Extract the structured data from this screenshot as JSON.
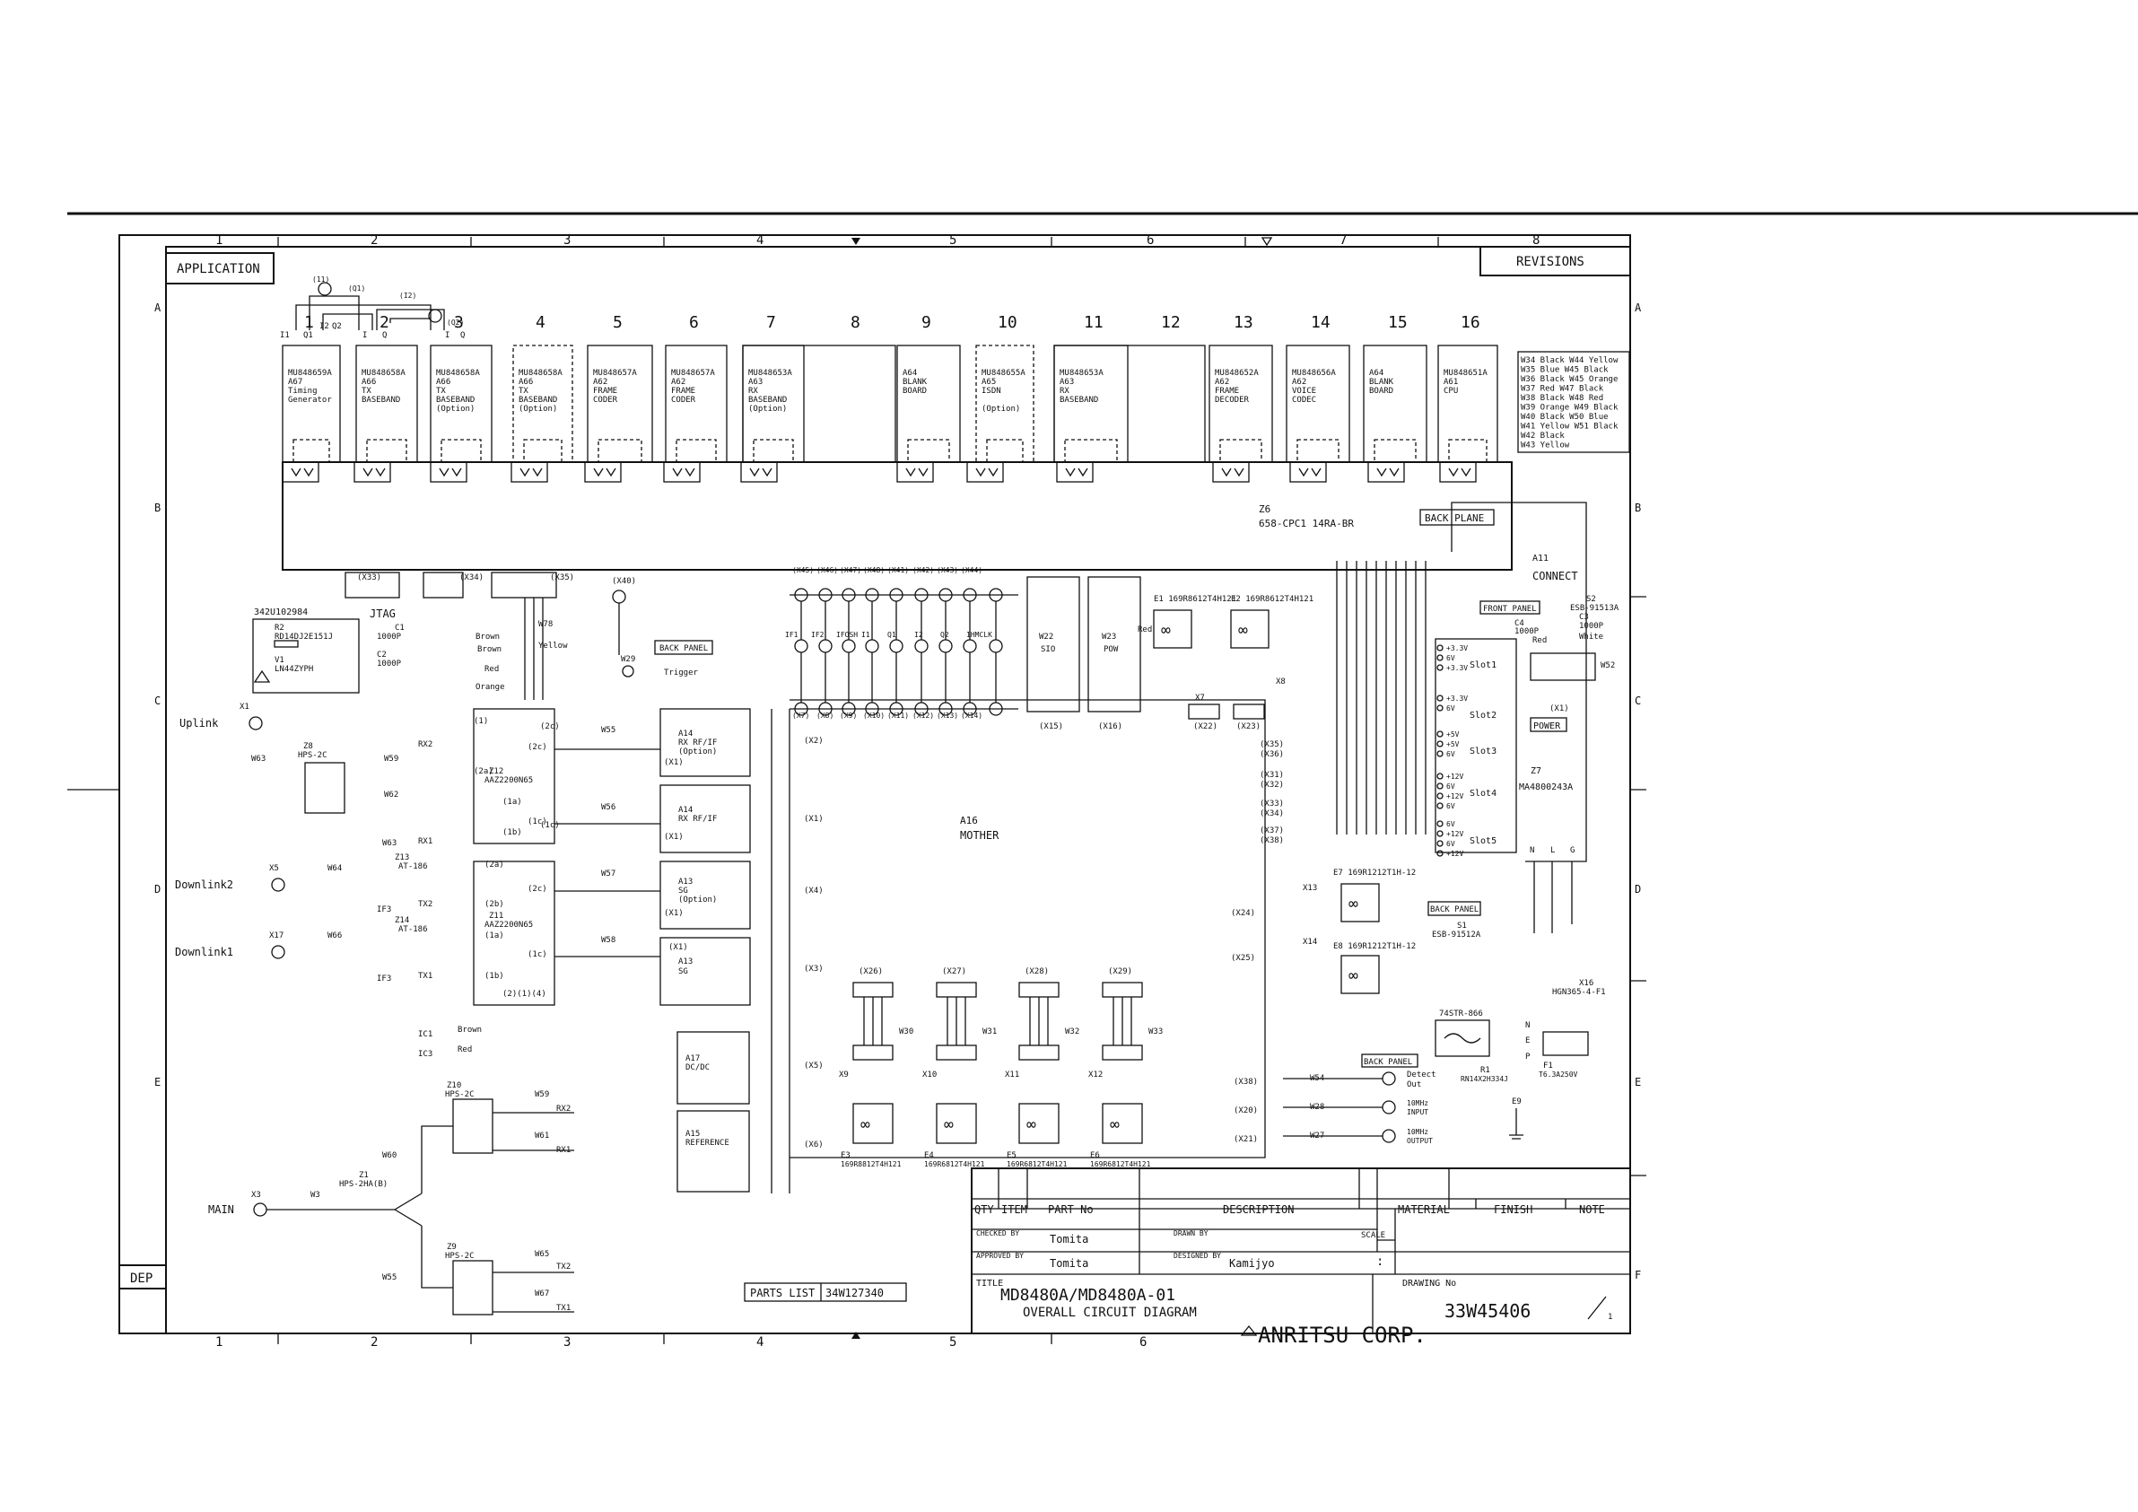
{
  "header": {
    "application_label": "APPLICATION",
    "revisions_label": "REVISIONS",
    "dep_label": "DEP",
    "column_markers": [
      "1",
      "2",
      "3",
      "4",
      "5",
      "6",
      "7",
      "8"
    ],
    "row_markers": [
      "A",
      "B",
      "C",
      "D",
      "E",
      "F"
    ]
  },
  "slots": [
    {
      "num": "1",
      "lines": [
        "MU848659A",
        "A67",
        "Timing",
        "Generator"
      ]
    },
    {
      "num": "2",
      "lines": [
        "MU848658A",
        "A66",
        "TX",
        "BASEBAND"
      ]
    },
    {
      "num": "3",
      "lines": [
        "MU848658A",
        "A66",
        "TX",
        "BASEBAND",
        "(Option)"
      ]
    },
    {
      "num": "4",
      "lines": [
        "MU848658A",
        "A66",
        "TX",
        "BASEBAND",
        "(Option)"
      ]
    },
    {
      "num": "5",
      "lines": [
        "MU848657A",
        "A62",
        "FRAME",
        "CODER"
      ]
    },
    {
      "num": "6",
      "lines": [
        "MU848657A",
        "A62",
        "FRAME",
        "CODER"
      ]
    },
    {
      "num": "7",
      "lines": [
        "MU848653A",
        "A63",
        "RX",
        "BASEBAND",
        "(Option)"
      ]
    },
    {
      "num": "8",
      "lines": []
    },
    {
      "num": "9",
      "lines": [
        "A64",
        "BLANK",
        "BOARD"
      ]
    },
    {
      "num": "10",
      "lines": [
        "MU848655A",
        "A65",
        "ISDN",
        "",
        "(Option)"
      ]
    },
    {
      "num": "11",
      "lines": [
        "MU848653A",
        "A63",
        "RX",
        "BASEBAND"
      ]
    },
    {
      "num": "12",
      "lines": []
    },
    {
      "num": "13",
      "lines": [
        "MU848652A",
        "A62",
        "FRAME",
        "DECODER"
      ]
    },
    {
      "num": "14",
      "lines": [
        "MU848656A",
        "A62",
        "VOICE",
        "CODEC"
      ]
    },
    {
      "num": "15",
      "lines": [
        "A64",
        "BLANK",
        "BOARD"
      ]
    },
    {
      "num": "16",
      "lines": [
        "MU848651A",
        "A61",
        "CPU"
      ]
    }
  ],
  "wire_legend": [
    "W34 Black  W44 Yellow",
    "W35 Blue   W45 Black",
    "W36 Black  W45 Orange",
    "W37 Red    W47 Black",
    "W38 Black  W48 Red",
    "W39 Orange W49 Black",
    "W40 Black  W50 Blue",
    "W41 Yellow W51 Black",
    "W42 Black",
    "W43 Yellow"
  ],
  "backplane": {
    "ref": "Z6",
    "part": "658-CPC1 14RA-BR",
    "label": "BACK PLANE"
  },
  "labels": {
    "a11": "A11",
    "connect": "CONNECT",
    "front_panel": "FRONT PANEL",
    "s2": "S2",
    "s2_part": "ESB-91513A",
    "c4": "C4",
    "c4_val": "1000P",
    "c3": "C3",
    "c3_val": "1000P",
    "red": "Red",
    "white": "White",
    "w52": "W52",
    "x1_pow": "(X1)",
    "power": "POWER",
    "z7": "Z7",
    "z7_part": "MA4800243A",
    "jtag": "JTAG",
    "part_342": "342U102984",
    "r2": "R2",
    "r2_val": "RD14DJ2E151J",
    "v1": "V1",
    "v1_val": "LN44ZYPH",
    "c1": "C1",
    "c1_val": "1000P",
    "c2": "C2",
    "c2_val": "1000P",
    "brown": "Brown",
    "yellow": "Yellow",
    "orange": "Orange",
    "w78": "W78",
    "back_panel": "BACK PANEL",
    "trigger": "Trigger",
    "w29": "W29",
    "x40": "(X40)",
    "uplink": "Uplink",
    "downlink2": "Downlink2",
    "downlink1": "Downlink1",
    "main": "MAIN",
    "z8": "Z8",
    "z8_part": "HPS-2C",
    "z12": "Z12",
    "z12_part": "AAZ2200N65",
    "z11": "Z11",
    "z11_part": "AAZ2200N65",
    "z13": "Z13",
    "z13_part": "AT-186",
    "z14": "Z14",
    "z14_part": "AT-186",
    "z10": "Z10",
    "z10_part": "HPS-2C",
    "z1": "Z1",
    "z1_part": "HPS-2HA(B)",
    "z9": "Z9",
    "z9_part": "HPS-2C",
    "a14a": [
      "A14",
      "RX RF/IF",
      "(Option)",
      "(X1)"
    ],
    "a14b": [
      "A14",
      "RX RF/IF",
      "(X1)"
    ],
    "a13a": [
      "A13",
      "SG",
      "(Option)",
      "(X1)"
    ],
    "a13b": [
      "(X1)",
      "A13",
      "SG"
    ],
    "a17": [
      "A17",
      "DC/DC"
    ],
    "a15": [
      "A15",
      "REFERENCE"
    ],
    "mother": [
      "A16",
      "MOTHER"
    ],
    "w22": [
      "W22",
      "SIO"
    ],
    "w23": [
      "W23",
      "POW"
    ],
    "e1": "E1 169R8612T4H121",
    "e2": "E2 169R8612T4H121",
    "e3": [
      "E3",
      "169R8812T4H121"
    ],
    "e4": [
      "E4",
      "169R6812T4H121"
    ],
    "e5": [
      "E5",
      "169R6812T4H121"
    ],
    "e6": [
      "E6",
      "169R6812T4H121"
    ],
    "e7": "E7 169R1212T1H-12",
    "e8": "E8 169R1212T1H-12",
    "e9": "E9",
    "x7": "X7",
    "x8": "X8",
    "x13": "X13",
    "x14": "X14",
    "x9": "X9",
    "x10": "X10",
    "x11": "X11",
    "x12": "X12",
    "w30": "W30",
    "w31": "W31",
    "w32": "W32",
    "w33": "W33",
    "s1": "S1",
    "s1_part": "ESB-91512A",
    "filter": "74STR-866",
    "x16": "X16",
    "x16_part": "HGN365-4-F1",
    "r1": "R1",
    "r1_val": "RN14X2H334J",
    "f1": "F1",
    "f1_val": "T6.3A250V",
    "n": "N",
    "e": "E",
    "p": "P",
    "nlg": [
      "N",
      "L",
      "G"
    ],
    "detect": [
      "Detect",
      "Out"
    ],
    "mhz10_in": [
      "10MHz",
      "INPUT"
    ],
    "mhz10_out": [
      "10MHz",
      "OUTPUT"
    ],
    "x38": "(X38)",
    "x20": "(X20)",
    "x21": "(X21)",
    "w54": "W54",
    "w28": "W28",
    "w27": "W27",
    "x24": "(X24)",
    "x25": "(X25)",
    "parts_list": "PARTS LIST",
    "parts_list_no": "34W127340",
    "slot_names": [
      "Slot1",
      "Slot2",
      "Slot3",
      "Slot4",
      "Slot5"
    ]
  },
  "connector_row_top": [
    "(X45)",
    "(X46)",
    "(X47)",
    "(X48)",
    "(X41)",
    "(X42)",
    "(X43)",
    "(X44)"
  ],
  "connector_row_bottom": [
    "(X7)",
    "(X8)",
    "(X9)",
    "(X10)",
    "(X11)",
    "(X12)",
    "(X13)",
    "(X14)"
  ],
  "if_labels": [
    "IF1",
    "IF2",
    "IFOSH",
    "I1",
    "Q1",
    "I2",
    "Q2",
    "1HMCLK"
  ],
  "title_block": {
    "col_qty": "QTY",
    "col_item": "ITEM",
    "col_part": "PART    No",
    "col_desc": "DESCRIPTION",
    "col_material": "MATERIAL",
    "col_finish": "FINISH",
    "col_note": "NOTE",
    "checked_by_label": "CHECKED BY",
    "checked_by": "Tomita",
    "drawn_by_label": "DRAWN BY",
    "scale_label": "SCALE",
    "approved_by_label": "APPROVED BY",
    "approved_by": "Tomita",
    "designed_by_label": "DESIGNED BY",
    "designed_by": "Kamijyo",
    "scale_value": ":",
    "title_label": "TITLE",
    "title_line1": "MD8480A/MD8480A-01",
    "title_line2": "OVERALL CIRCUIT DIAGRAM",
    "drawing_no_label": "DRAWING No",
    "drawing_no": "33W45406",
    "sheet": "1",
    "company": "ANRITSU  CORP."
  }
}
